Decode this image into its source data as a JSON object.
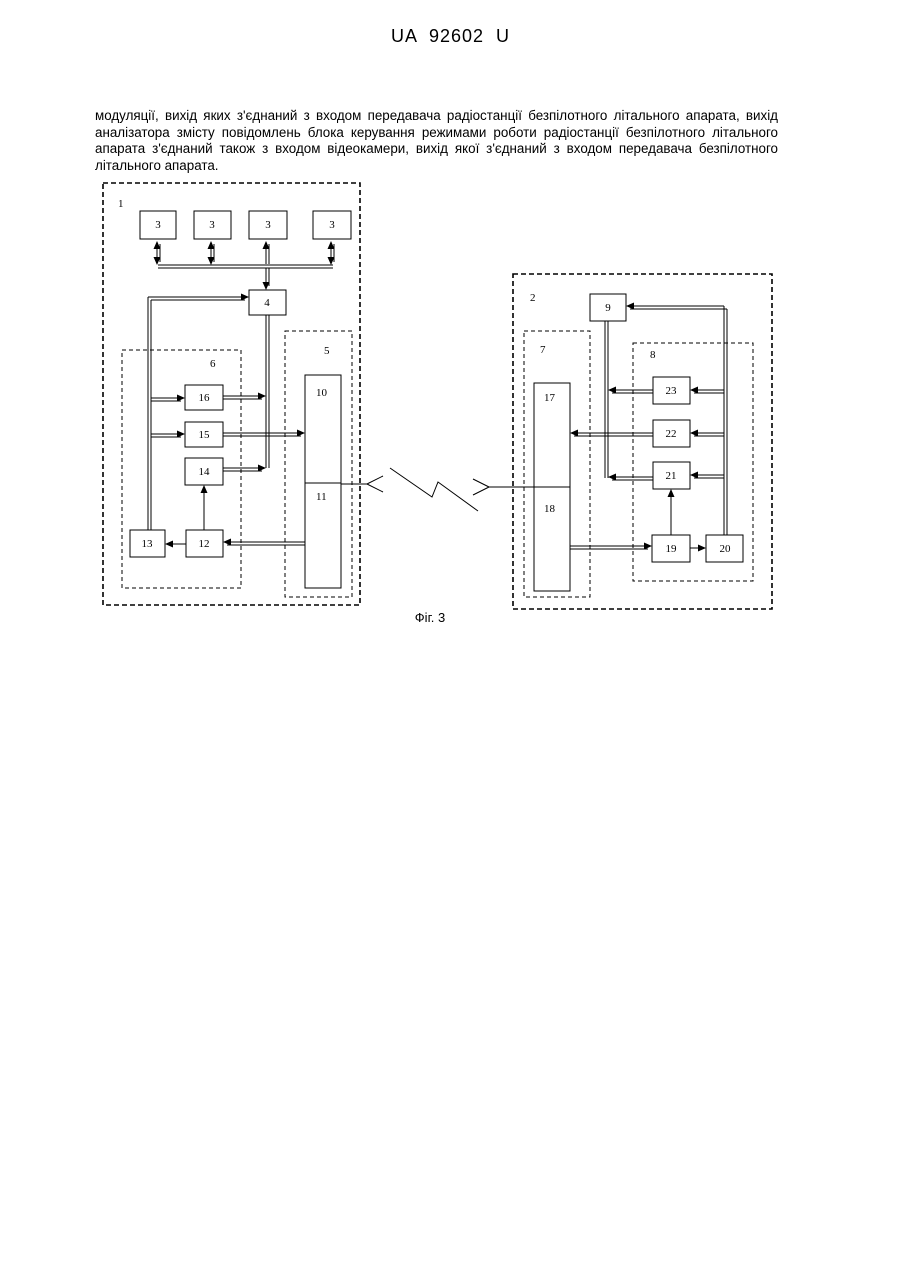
{
  "document": {
    "header": "UA 92602 U",
    "paragraph": "модуляції, вихід яких з'єднаний з входом передавача радіостанції безпілотного літального апарата, вихід аналізатора змісту повідомлень блока керування режимами роботи радіостанції безпілотного літального апарата з'єднаний також з входом відеокамери, вихід якої з'єднаний з входом передавача безпілотного літального апарата."
  },
  "figure": {
    "caption": "Фіг. 3",
    "group_labels": {
      "g1": "1",
      "g2": "2",
      "g5": "5",
      "g6": "6",
      "g7": "7",
      "g8": "8"
    },
    "blocks": {
      "b3a": "3",
      "b3b": "3",
      "b3c": "3",
      "b3d": "3",
      "b4": "4",
      "b9": "9",
      "b10": "10",
      "b11": "11",
      "b12": "12",
      "b13": "13",
      "b14": "14",
      "b15": "15",
      "b16": "16",
      "b17": "17",
      "b18": "18",
      "b19": "19",
      "b20": "20",
      "b21": "21",
      "b22": "22",
      "b23": "23"
    }
  }
}
